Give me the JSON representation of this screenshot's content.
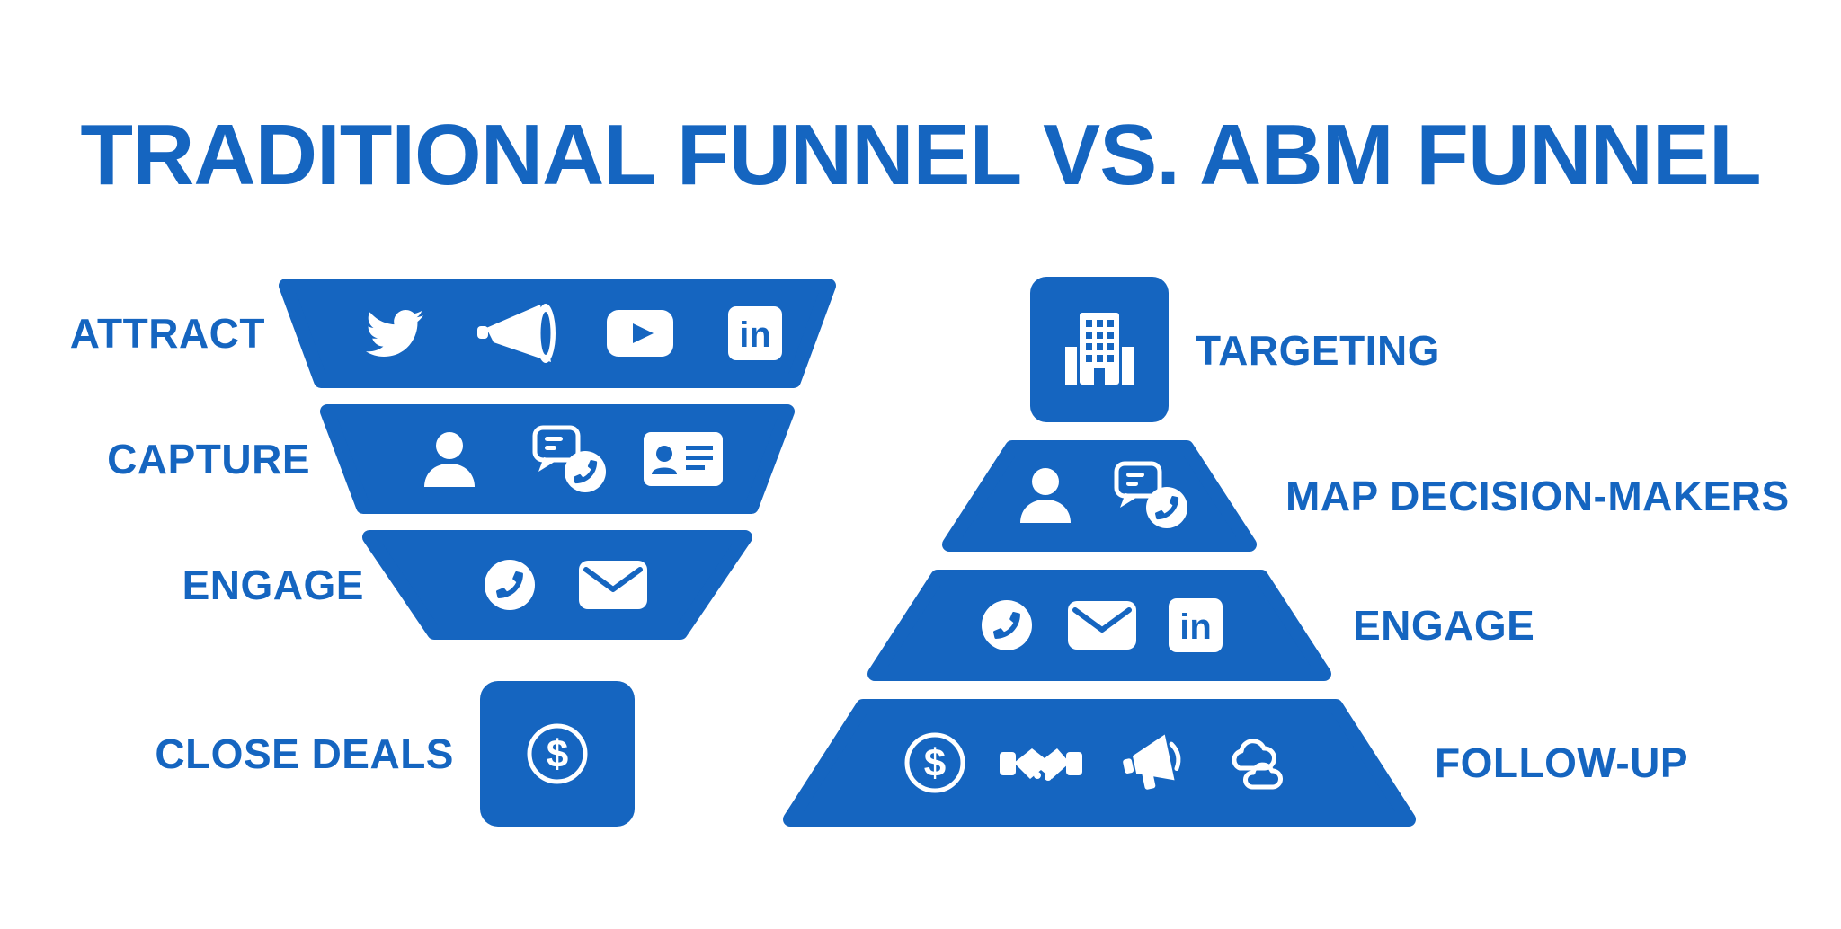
{
  "title": "TRADITIONAL FUNNEL VS. ABM FUNNEL",
  "colors": {
    "primary_blue": "#1565c0",
    "background": "#ffffff",
    "icon_foreground": "#ffffff"
  },
  "glyphs": {
    "linkedin": "in",
    "dollar": "$"
  },
  "left_funnel": {
    "stages": [
      {
        "label": "ATTRACT",
        "icons": [
          "twitter-icon",
          "megaphone-icon",
          "youtube-icon",
          "linkedin-icon"
        ]
      },
      {
        "label": "CAPTURE",
        "icons": [
          "person-icon",
          "chat-phone-icon",
          "contact-card-icon"
        ]
      },
      {
        "label": "ENGAGE",
        "icons": [
          "phone-icon",
          "envelope-icon"
        ]
      },
      {
        "label": "CLOSE DEALS",
        "icons": [
          "dollar-icon"
        ]
      }
    ]
  },
  "right_funnel": {
    "stages": [
      {
        "label": "TARGETING",
        "icons": [
          "building-icon"
        ]
      },
      {
        "label": "MAP DECISION-MAKERS",
        "icons": [
          "person-icon",
          "chat-phone-icon"
        ]
      },
      {
        "label": "ENGAGE",
        "icons": [
          "phone-icon",
          "envelope-icon",
          "linkedin-icon"
        ]
      },
      {
        "label": "FOLLOW-UP",
        "icons": [
          "dollar-icon",
          "handshake-icon",
          "megaphone-icon",
          "clouds-icon"
        ]
      }
    ]
  }
}
